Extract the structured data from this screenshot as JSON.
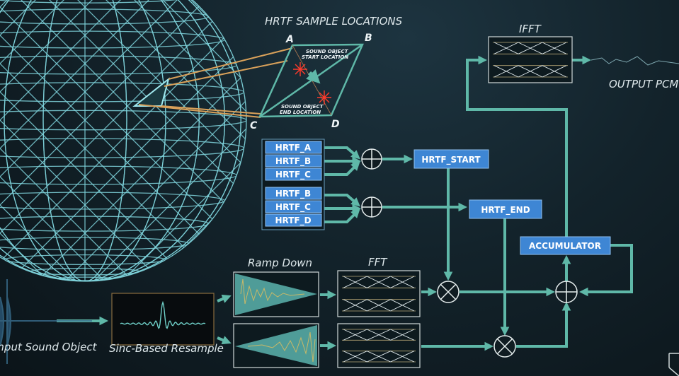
{
  "title": "HRTF SAMPLE LOCATIONS",
  "corners": {
    "a": "A",
    "b": "B",
    "c": "C",
    "d": "D"
  },
  "start_location": [
    "SOUND OBJECT",
    "START LOCATION"
  ],
  "end_location": [
    "SOUND OBJECT",
    "END LOCATION"
  ],
  "hrtf_inputs": [
    "HRTF_A",
    "HRTF_B",
    "HRTF_C",
    "HRTF_B",
    "HRTF_C",
    "HRTF_D"
  ],
  "hrtf_start": "HRTF_START",
  "hrtf_end": "HRTF_END",
  "accumulator": "ACCUMULATOR",
  "ifft": "IFFT",
  "fft": "FFT",
  "ramp_down": "Ramp Down",
  "output": "OUTPUT  PCM",
  "input": "Input  Sound Object",
  "resample": "Sinc-Based Resample",
  "colors": {
    "flow": "#5fb8a8",
    "block": "#3e86d4",
    "wire": "#7fd4dc",
    "spark": "#ff3a2a",
    "beam": "#d9a15a"
  }
}
